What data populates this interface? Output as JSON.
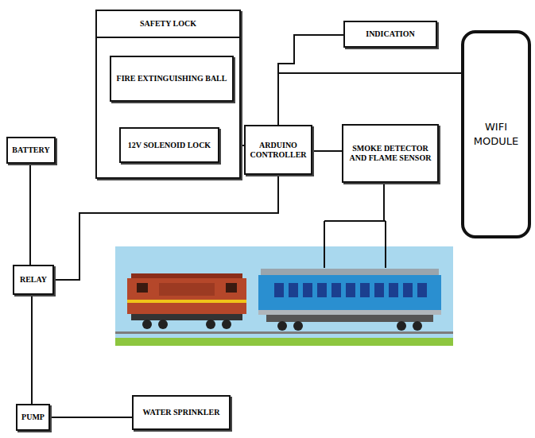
{
  "diagram": {
    "nodes": [
      {
        "text": [
          "SAFETY LOCK"
        ]
      },
      {
        "text": [
          "FIRE EXTINGUISHING BALL"
        ],
        "in": 0
      },
      {
        "text": [
          "12V SOLENOID LOCK"
        ],
        "in": 0
      },
      {
        "text": [
          "INDICATION"
        ]
      },
      {
        "text": [
          "WIFI MODULE"
        ]
      },
      {
        "text": [
          "BATTERY"
        ]
      },
      {
        "text": [
          "ARDUINO CONTROLLER"
        ]
      },
      {
        "text": [
          "SMOKE DETECTOR AND FLAME SENSOR"
        ]
      },
      {
        "text": [
          "RELAY"
        ]
      },
      {
        "text": [
          "PUMP"
        ]
      },
      {
        "text": [
          "WATER SPRINKLER"
        ]
      }
    ],
    "edges": [
      {
        "from": 1,
        "to": 2,
        "arrow": "none"
      },
      {
        "from": 2,
        "to": 6,
        "arrow": "none"
      },
      {
        "from": 6,
        "to": 3,
        "arrow": "none"
      },
      {
        "from": 6,
        "to": 4,
        "arrow": "none"
      },
      {
        "from": 6,
        "to": 7,
        "arrow": "none"
      },
      {
        "from": 6,
        "to": 8,
        "arrow": "none"
      },
      {
        "from": 5,
        "to": 8,
        "arrow": "none"
      },
      {
        "from": 8,
        "to": 9,
        "arrow": "none"
      },
      {
        "from": 9,
        "to": 10,
        "arrow": "none"
      }
    ]
  }
}
